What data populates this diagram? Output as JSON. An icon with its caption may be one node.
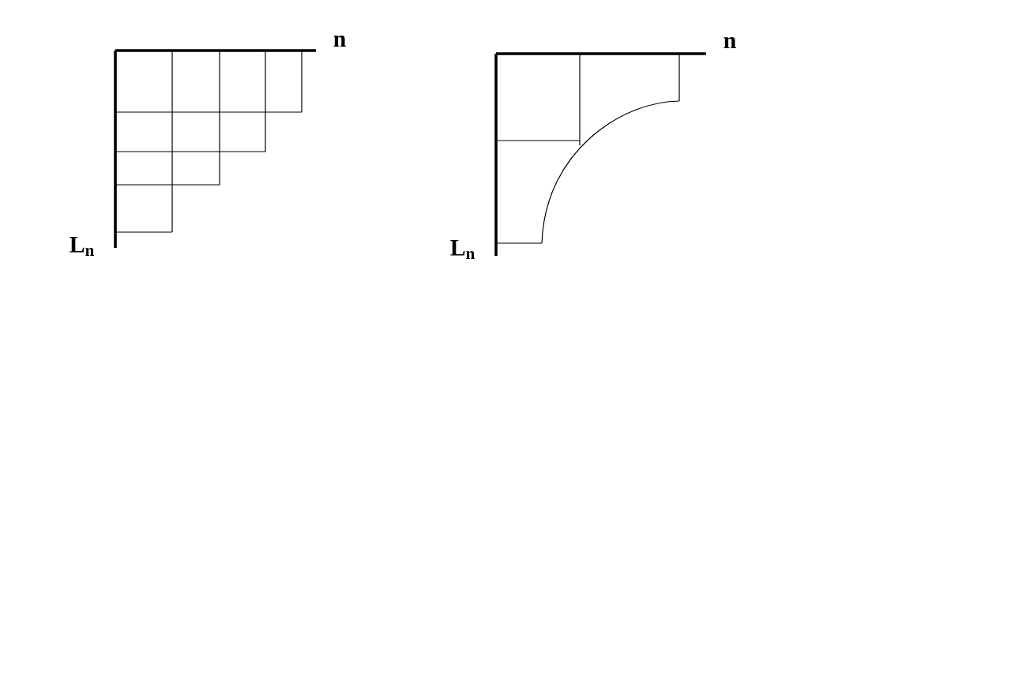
{
  "diagram": {
    "labels": [
      "n",
      "L$_{n}$",
      "n",
      "L$_{n}$"
    ]
  }
}
